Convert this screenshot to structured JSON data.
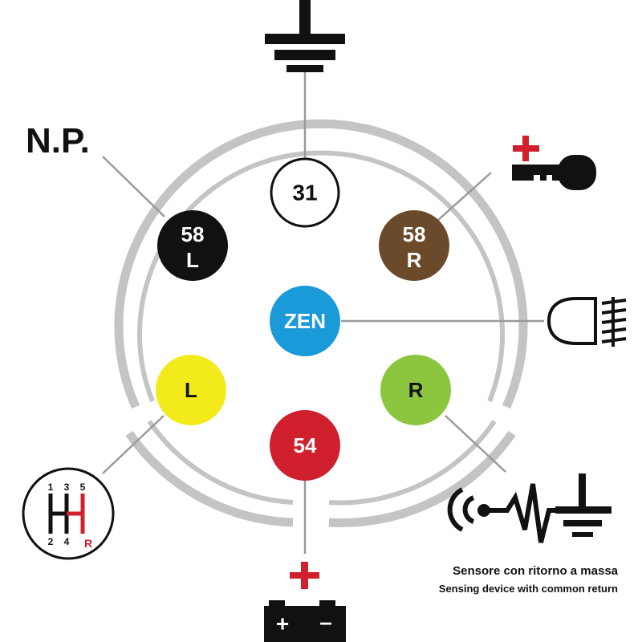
{
  "np_label": "N.P.",
  "pins": [
    {
      "id": "31",
      "line1": "31",
      "line2": "",
      "fill": "#ffffff",
      "text_color": "#111111",
      "stroke": "#111111"
    },
    {
      "id": "58L",
      "line1": "58",
      "line2": "L",
      "fill": "#111111",
      "text_color": "#ffffff",
      "stroke": ""
    },
    {
      "id": "58R",
      "line1": "58",
      "line2": "R",
      "fill": "#6b4a2c",
      "text_color": "#ffffff",
      "stroke": ""
    },
    {
      "id": "ZEN",
      "line1": "ZEN",
      "line2": "",
      "fill": "#1a9ad9",
      "text_color": "#ffffff",
      "stroke": ""
    },
    {
      "id": "L",
      "line1": "L",
      "line2": "",
      "fill": "#f3ea1c",
      "text_color": "#111111",
      "stroke": ""
    },
    {
      "id": "R",
      "line1": "R",
      "line2": "",
      "fill": "#8cc63f",
      "text_color": "#111111",
      "stroke": ""
    },
    {
      "id": "54",
      "line1": "54",
      "line2": "",
      "fill": "#d0202e",
      "text_color": "#ffffff",
      "stroke": ""
    }
  ],
  "gear_labels": {
    "n1": "1",
    "n2": "2",
    "n3": "3",
    "n4": "4",
    "n5": "5",
    "reverse": "R"
  },
  "battery": {
    "plus": "+",
    "minus": "–"
  },
  "sensor_caption": {
    "italian": "Sensore con ritorno a massa",
    "english": "Sensing device with common return"
  },
  "colors": {
    "ring": "#c4c4c4",
    "line": "#9a9a9a",
    "accent_red": "#d0202e",
    "ink": "#111111"
  },
  "icons": [
    "ground-icon",
    "ignition-key-icon",
    "fog-light-icon",
    "gear-shift-icon",
    "battery-icon",
    "sensor-icon"
  ]
}
